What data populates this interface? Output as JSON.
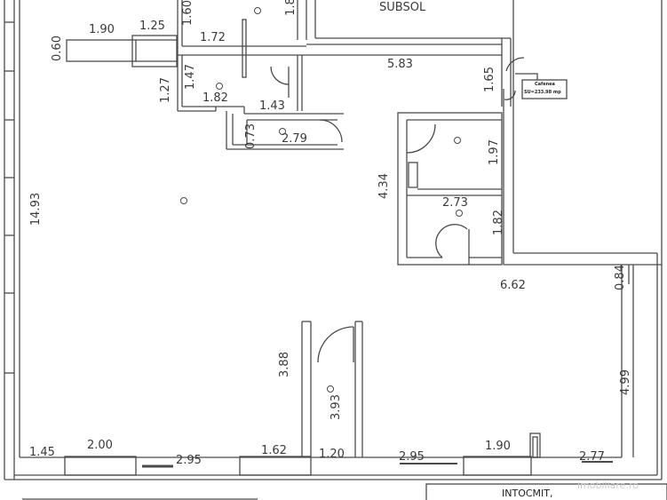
{
  "plan": {
    "top_label": "SUBSOL",
    "dimensions": [
      "1.90",
      "1.25",
      "0.60",
      "1.60",
      "1.72",
      "1.8",
      "1.47",
      "1.27",
      "1.82",
      "1.43",
      "0.73",
      "2.79",
      "5.83",
      "1.65",
      "1.97",
      "4.34",
      "2.73",
      "1.82",
      "14.93",
      "6.62",
      "0.84",
      "3.88",
      "3.93",
      "4.99",
      "1.45",
      "2.00",
      "2.95",
      "1.62",
      "1.20",
      "2.95",
      "1.90",
      "2.77"
    ],
    "callout": {
      "title": "Cafenea",
      "area": "SU=233.98 mp"
    },
    "footer": {
      "prepared_by": "INTOCMIT,"
    },
    "watermark": "imobiliare.ro",
    "line_color": "#4a4a4a"
  }
}
